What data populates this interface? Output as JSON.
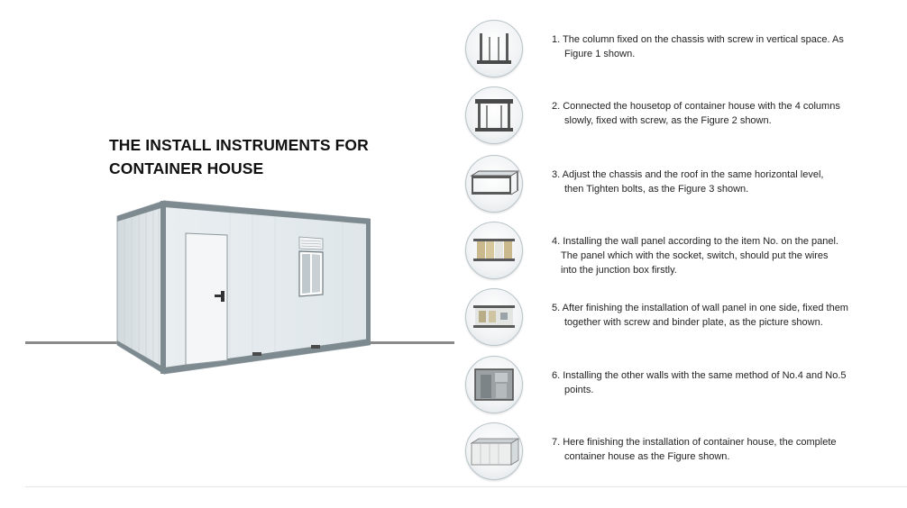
{
  "title": {
    "line1": "THE INSTALL INSTRUMENTS FOR",
    "line2": "CONTAINER HOUSE"
  },
  "steps": [
    {
      "icon": "columns-on-chassis-figure",
      "lines": [
        "1. The column fixed on the chassis with screw in vertical space. As",
        "Figure 1 shown."
      ]
    },
    {
      "icon": "housetop-with-columns-figure",
      "lines": [
        "2. Connected the housetop of container house with the 4 columns",
        "slowly,  fixed with screw, as the Figure 2 shown."
      ]
    },
    {
      "icon": "frame-level-figure",
      "lines": [
        "3. Adjust the chassis and the roof in the same horizontal level,",
        "then Tighten bolts, as the Figure 3 shown."
      ]
    },
    {
      "icon": "wall-panel-figure",
      "lines": [
        "4. Installing the wall panel according to the item No. on the panel.",
        "The panel which with the socket, switch, should put the wires",
        "into the junction box firstly."
      ]
    },
    {
      "icon": "one-side-wall-figure",
      "lines": [
        "5. After finishing the installation of wall panel in one side, fixed them",
        "together with screw and binder plate, as the picture shown."
      ]
    },
    {
      "icon": "other-walls-figure",
      "lines": [
        "6. Installing the other walls with the same method of No.4 and No.5",
        "points."
      ]
    },
    {
      "icon": "complete-house-figure",
      "lines": [
        "7. Here finishing the installation of container house, the complete",
        "container house as the Figure shown."
      ]
    }
  ],
  "colors": {
    "frame": "#4a4a4a",
    "panel": "#e8ecee",
    "thumb_border": "#b9c5ca",
    "ground": "#8a8a8a"
  }
}
